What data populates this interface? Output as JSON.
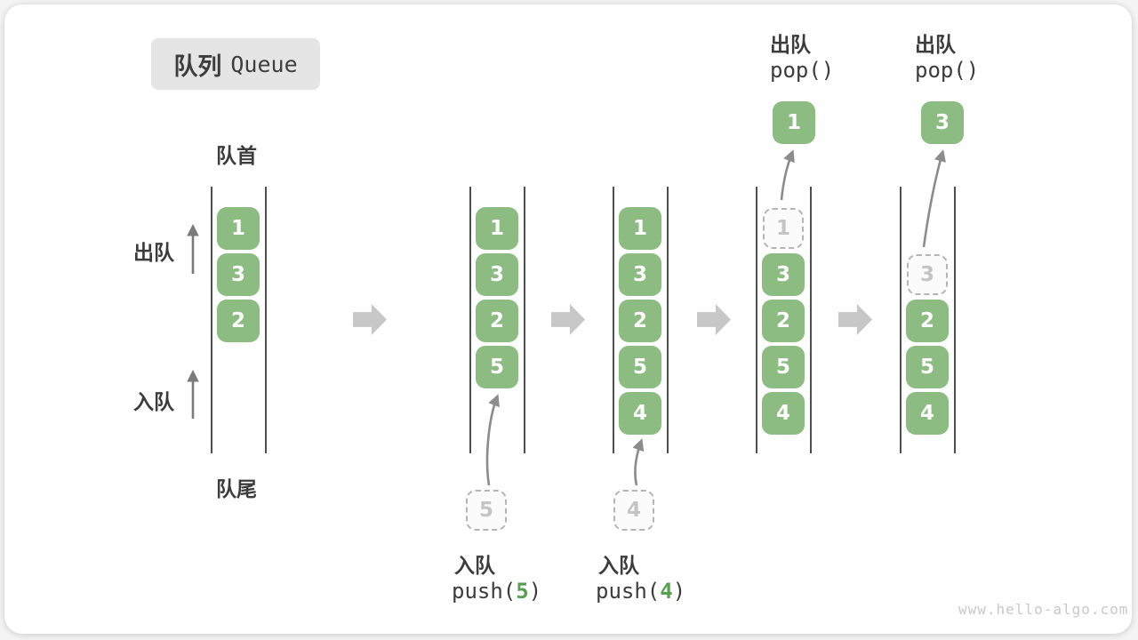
{
  "title": {
    "zh": "队列",
    "en": "Queue"
  },
  "labels": {
    "front": "队首",
    "rear": "队尾",
    "dequeue_side": "出队",
    "enqueue_side": "入队"
  },
  "states": [
    {
      "items": [
        "1",
        "3",
        "2"
      ]
    },
    {
      "items": [
        "1",
        "3",
        "2",
        "5"
      ],
      "incoming": "5",
      "op_label": "入队",
      "op_fn_prefix": "push(",
      "op_arg": "5",
      "op_fn_suffix": ")"
    },
    {
      "items": [
        "1",
        "3",
        "2",
        "5",
        "4"
      ],
      "incoming": "4",
      "op_label": "入队",
      "op_fn_prefix": "push(",
      "op_arg": "4",
      "op_fn_suffix": ")"
    },
    {
      "ghost": "1",
      "items": [
        "3",
        "2",
        "5",
        "4"
      ],
      "popped": "1",
      "op_label": "出队",
      "op_fn": "pop()"
    },
    {
      "ghost": "3",
      "items": [
        "2",
        "5",
        "4"
      ],
      "popped": "3",
      "op_label": "出队",
      "op_fn": "pop()"
    }
  ],
  "watermark": "www.hello-algo.com",
  "colors": {
    "box_green": "#8dbc83",
    "code_green": "#57a050",
    "ghost_border": "#b5b5b5",
    "ghost_text": "#c4c4c4",
    "step_arrow_gray": "#c7c7c7",
    "flow_arrow_gray": "#8c8c8c",
    "text_dark": "#3c3c3c",
    "title_bg": "#e5e5e5",
    "watermark_gray": "#c9c9c9"
  }
}
